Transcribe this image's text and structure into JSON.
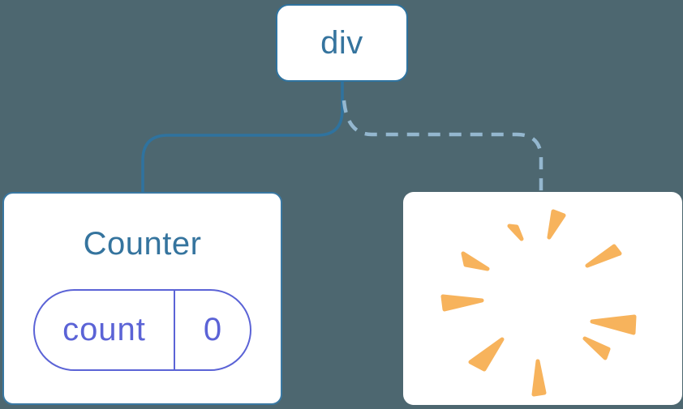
{
  "diagram": {
    "description": "Component tree: a div root keeps one child (Counter with state) and loses another child (removed with a poof)",
    "root_node": {
      "label": "div"
    },
    "counter_card": {
      "title": "Counter",
      "state": {
        "key": "count",
        "value": "0"
      }
    },
    "removed_card": {
      "icon": "poof-icon"
    },
    "edges": {
      "solid_edge_target": "counter-card",
      "dashed_edge_target": "removed-card"
    }
  },
  "colors": {
    "background": "#4d6770",
    "edge_solid": "#2f739f",
    "edge_dashed": "#94b7cf",
    "node_border": "#2f739f",
    "node_text": "#35749e",
    "card_background": "#ffffff",
    "state_accent": "#5b63d6",
    "poof_orange": "#f7b35c"
  }
}
